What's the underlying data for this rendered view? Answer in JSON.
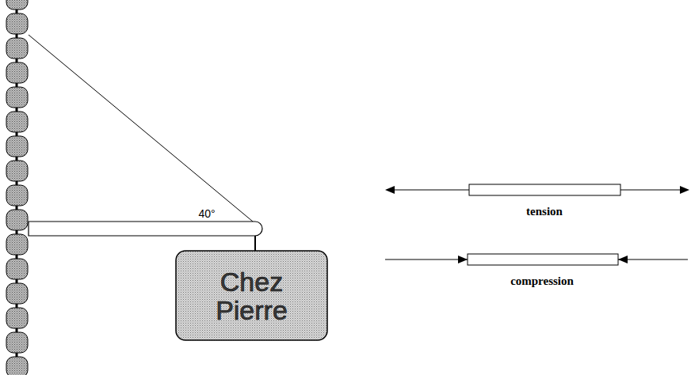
{
  "diagram": {
    "nodes": [
      {
        "text": [
          "Chez Pierre"
        ]
      }
    ],
    "labels": [
      "40°",
      "tension",
      "compression"
    ]
  }
}
